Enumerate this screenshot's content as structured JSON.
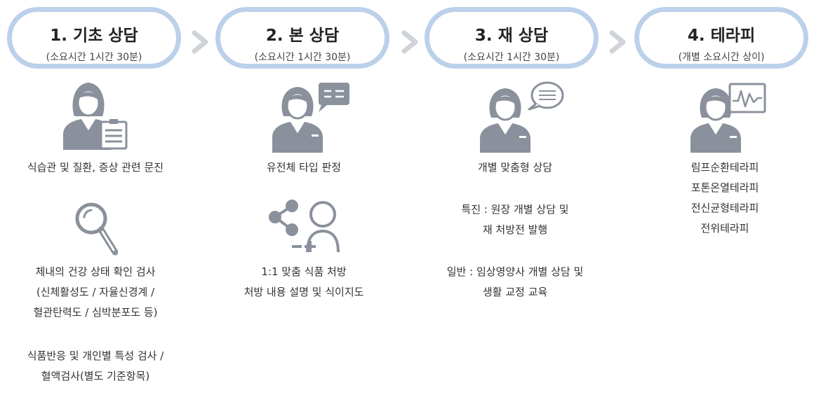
{
  "colors": {
    "pill_border": "#bcd0ea",
    "arrow": "#d0d3d8",
    "figure": "#8a919c",
    "text": "#333333"
  },
  "steps": [
    {
      "title": "1. 기초 상담",
      "subtitle": "(소요시간 1시간 30분)",
      "icon": "counselor-with-clipboard-icon",
      "main": [
        "식습관 및 질환, 증상 관련 문진"
      ],
      "icon2": "magnifier-icon",
      "detail": [
        "체내의 건강 상태 확인 검사",
        "(신체활성도 / 자율신경계 /",
        "혈관탄력도 / 심박분포도 등)"
      ],
      "detail2": [
        "식품반응 및 개인별 특성 검사 /",
        "혈액검사(별도 기준항목)"
      ]
    },
    {
      "title": "2. 본 상담",
      "subtitle": "(소요시간 1시간 30분)",
      "icon": "counselor-with-document-bubble-icon",
      "main": [
        "유전체 타입 판정"
      ],
      "icon2": "share-person-icon",
      "detail": [
        "1:1 맞춤 식품 처방",
        "처방 내용 설명 및 식이지도"
      ]
    },
    {
      "title": "3. 재 상담",
      "subtitle": "(소요시간 1시간 30분)",
      "icon": "counselor-with-speech-bubble-icon",
      "main": [
        "개별 맞춤형 상담"
      ],
      "detail": [
        "특진 : 원장 개별 상담 및",
        "재 처방전 발행"
      ],
      "detail2": [
        "일반 :  임상영양사 개별 상담 및",
        "생활 교정 교육"
      ]
    },
    {
      "title": "4. 테라피",
      "subtitle": "(개별 소요시간 상이)",
      "icon": "counselor-with-monitor-icon",
      "main": [
        "림프순환테라피",
        "포톤온열테라피",
        "전신균형테라피",
        "전위테라피"
      ]
    }
  ]
}
